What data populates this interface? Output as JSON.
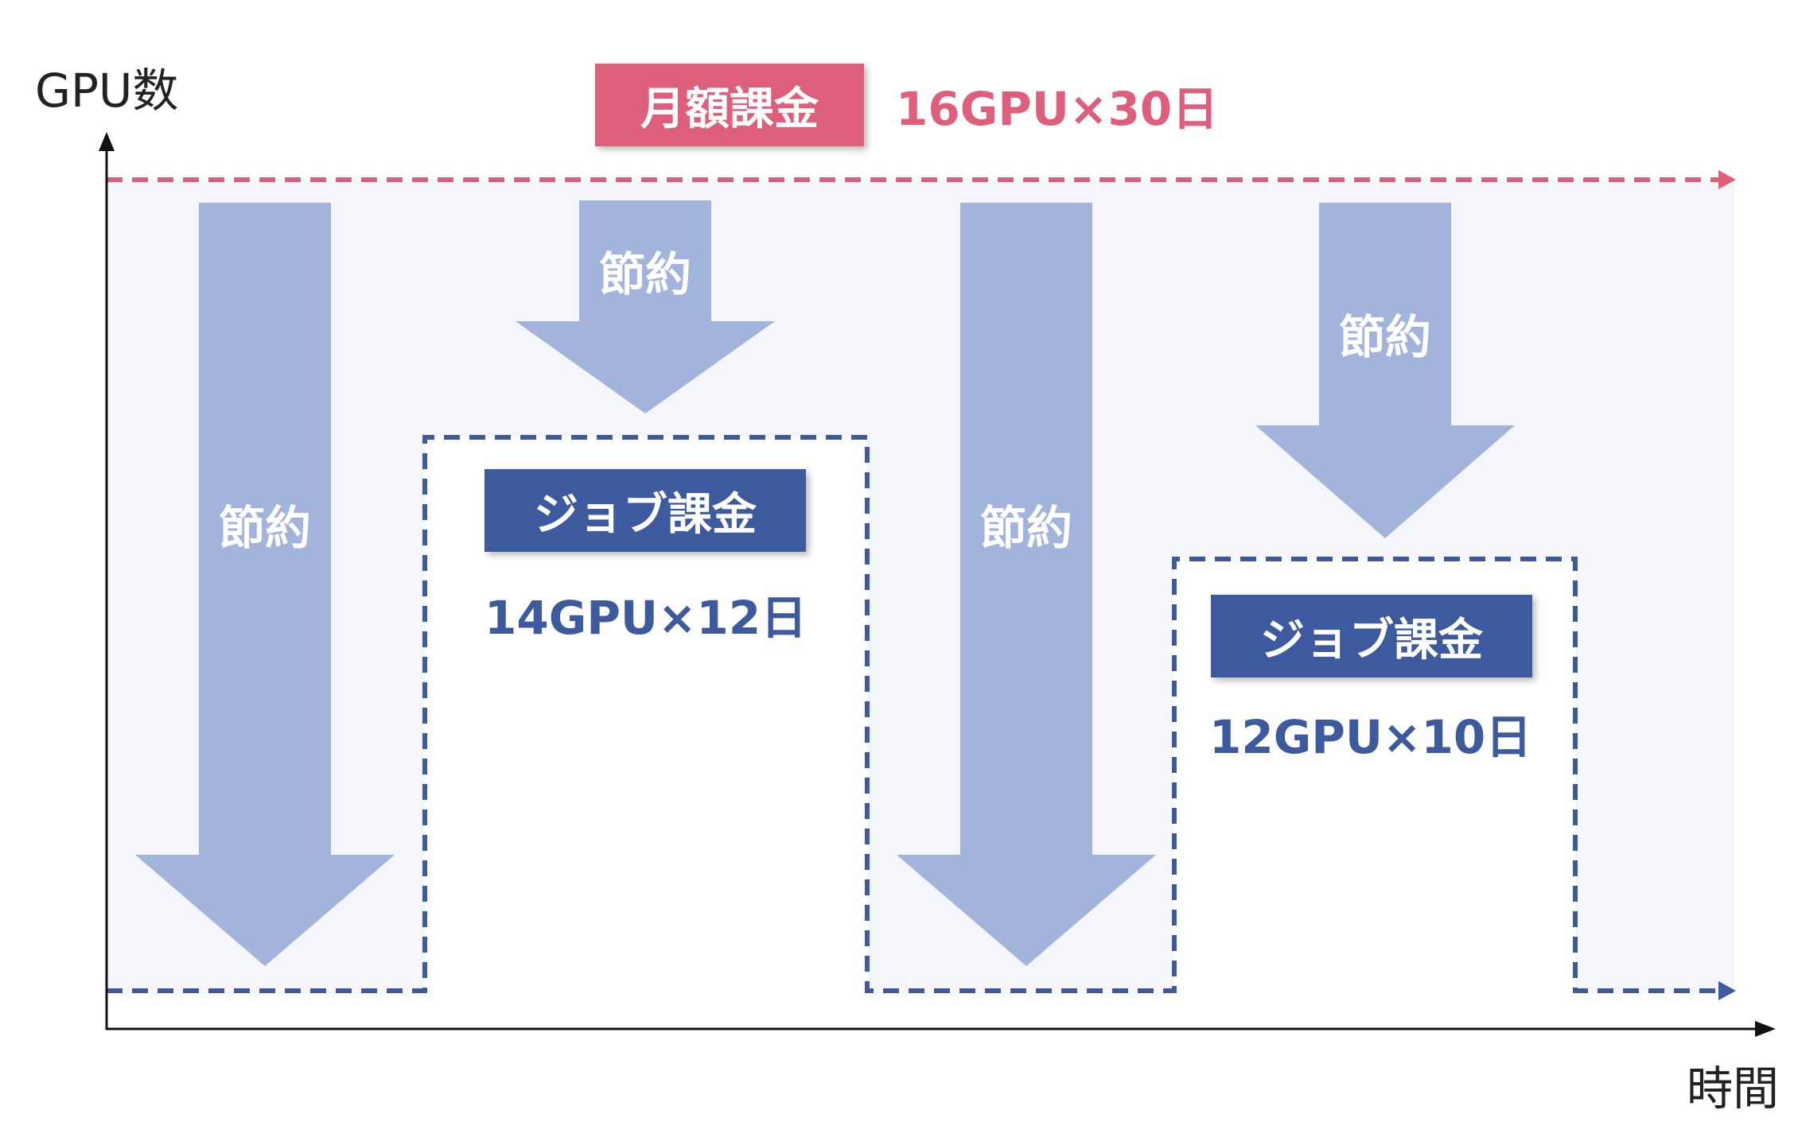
{
  "axes": {
    "y_label": "GPU数",
    "x_label": "時間"
  },
  "monthly": {
    "tag": "月額課金",
    "value": "16GPU×30日"
  },
  "jobs": [
    {
      "tag": "ジョブ課金",
      "value": "14GPU×12日"
    },
    {
      "tag": "ジョブ課金",
      "value": "12GPU×10日"
    }
  ],
  "savings": [
    {
      "label": "節約"
    },
    {
      "label": "節約"
    },
    {
      "label": "節約"
    },
    {
      "label": "節約"
    }
  ],
  "colors": {
    "monthly": "#de5f7b",
    "job": "#3d5a9f",
    "saving_arrow": "#a3b4dc",
    "saving_area": "#f4f6fb",
    "axis": "#111111",
    "text": "#222222"
  }
}
